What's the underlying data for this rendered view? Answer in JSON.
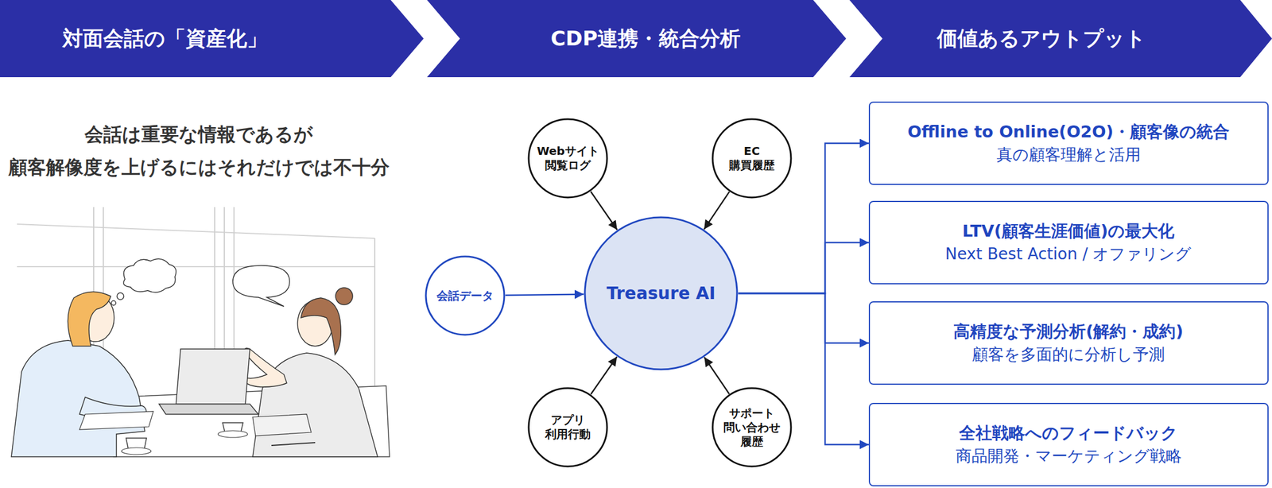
{
  "diagram": {
    "nodes": [
      {
        "text": [
          "対面会話の「資産化」"
        ]
      },
      {
        "text": [
          "CDP連携・統合分析"
        ]
      },
      {
        "text": [
          "価値あるアウトプット"
        ]
      },
      {
        "text": [
          "Webサイト 閲覧ログ"
        ]
      },
      {
        "text": [
          "EC 購買履歴"
        ]
      },
      {
        "text": [
          "会話データ"
        ]
      },
      {
        "text": [
          "Treasure AI"
        ]
      },
      {
        "text": [
          "アプリ 利用行動"
        ]
      },
      {
        "text": [
          "サポート 問い合わせ 履歴"
        ]
      },
      {
        "text": [
          "Offline to Online(O2O)・顧客像の統合",
          "真の顧客理解と活用"
        ]
      },
      {
        "text": [
          "LTV(顧客生涯価値)の最大化",
          "Next Best Action / オファリング"
        ]
      },
      {
        "text": [
          "高精度な予測分析(解約・成約)",
          "顧客を多面的に分析し予測"
        ]
      },
      {
        "text": [
          "全社戦略へのフィードバック",
          "商品開発・マーケティング戦略"
        ]
      }
    ],
    "edges": [
      {
        "from": 3,
        "to": 6,
        "arrow": "to"
      },
      {
        "from": 4,
        "to": 6,
        "arrow": "to"
      },
      {
        "from": 5,
        "to": 6,
        "arrow": "to"
      },
      {
        "from": 7,
        "to": 6,
        "arrow": "to"
      },
      {
        "from": 8,
        "to": 6,
        "arrow": "to"
      },
      {
        "from": 6,
        "to": 9,
        "arrow": "to"
      },
      {
        "from": 6,
        "to": 10,
        "arrow": "to"
      },
      {
        "from": 6,
        "to": 11,
        "arrow": "to"
      },
      {
        "from": 6,
        "to": 12,
        "arrow": "to"
      }
    ],
    "labels": [
      "会話は重要な情報であるが 顧客解像度を上げるにはそれだけでは不十分"
    ]
  }
}
